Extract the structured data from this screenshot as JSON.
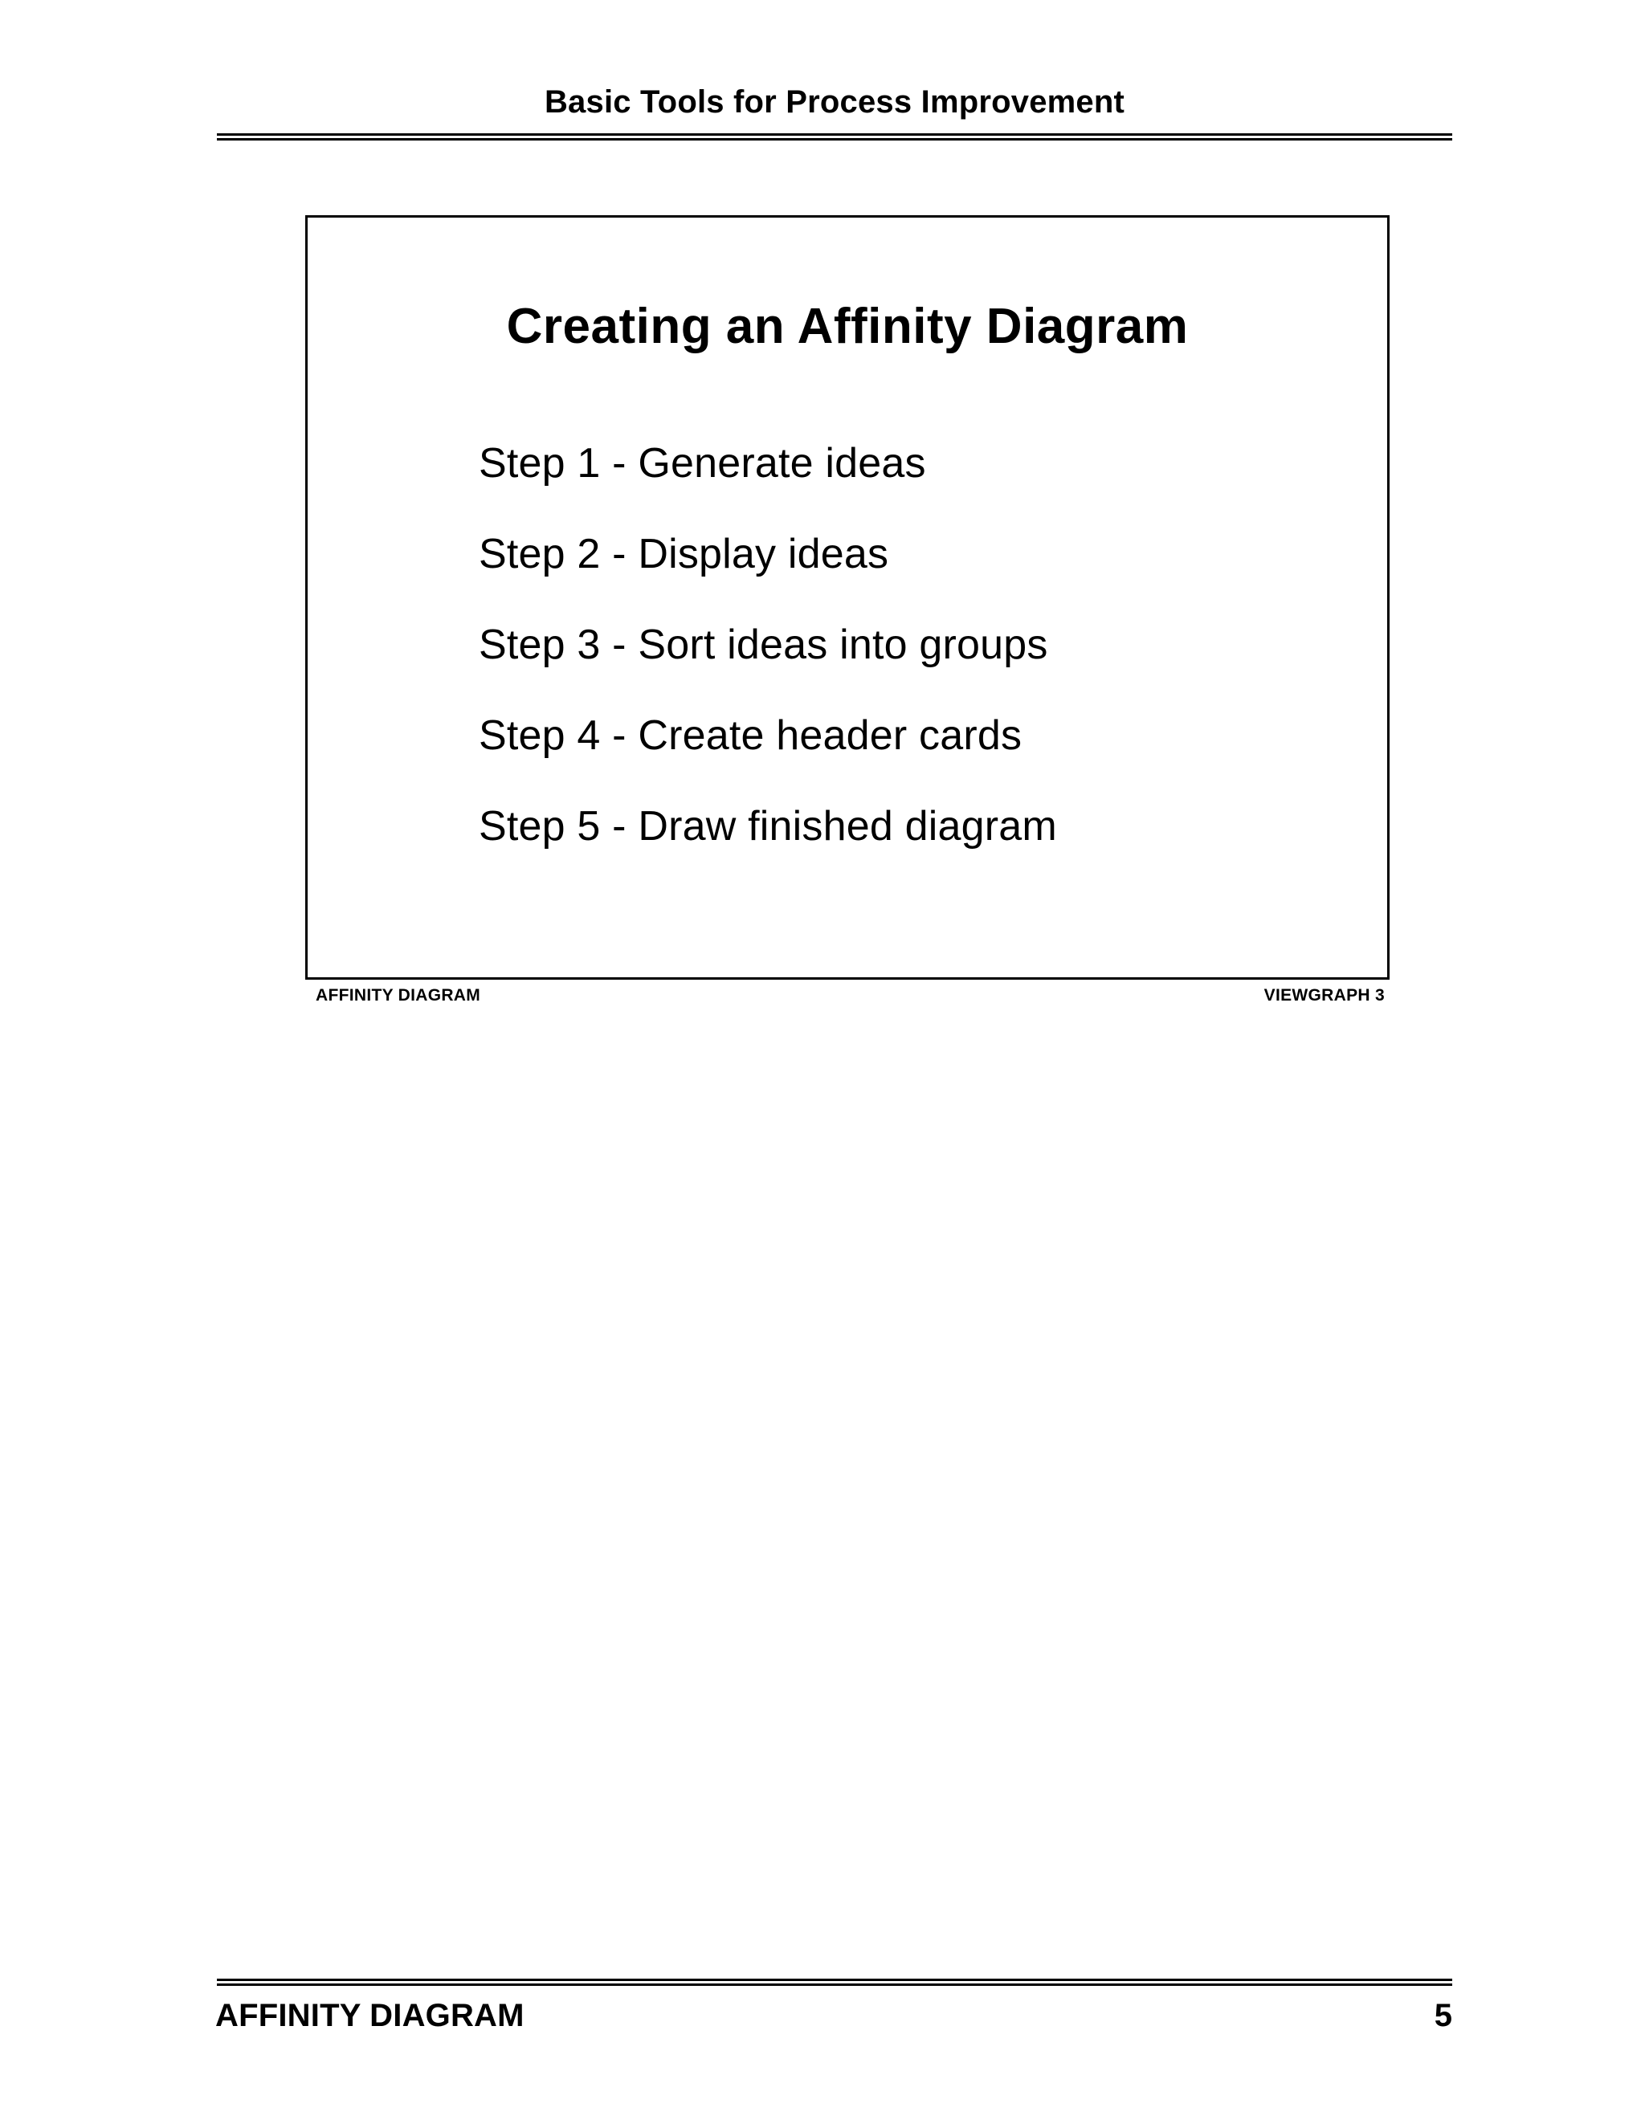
{
  "header": {
    "title": "Basic Tools for Process Improvement"
  },
  "viewgraph": {
    "title": "Creating an Affinity Diagram",
    "steps": [
      {
        "label": "Step 1 - Generate ideas"
      },
      {
        "label": "Step 2 - Display ideas"
      },
      {
        "label": "Step 3 - Sort ideas into groups"
      },
      {
        "label": "Step 4 - Create header cards"
      },
      {
        "label": "Step 5 - Draw finished diagram"
      }
    ],
    "caption_left": "AFFINITY DIAGRAM",
    "caption_right": "VIEWGRAPH 3"
  },
  "footer": {
    "section": "AFFINITY DIAGRAM",
    "page_number": "5"
  },
  "colors": {
    "text": "#000000",
    "rule": "#000000",
    "background": "#ffffff"
  }
}
